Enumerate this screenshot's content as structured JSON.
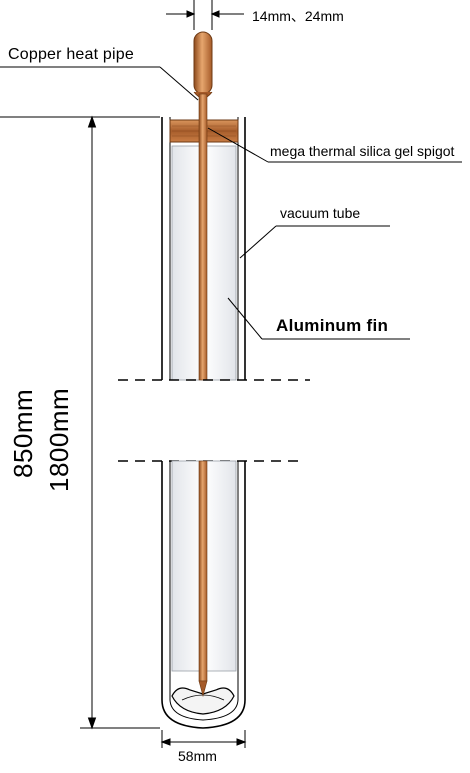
{
  "labels": {
    "pipe_diameters": "14mm、24mm",
    "heat_pipe": "Copper heat pipe",
    "spigot": "mega thermal silica gel spigot",
    "vacuum_tube": "vacuum tube",
    "fin": "Aluminum fin",
    "length_short": "850mm",
    "length_long": "1800mm",
    "tube_diameter": "58mm"
  },
  "colors": {
    "copper": "#c87a3c",
    "copper_dark": "#8e4a1c",
    "copper_light": "#e6a66e",
    "fin_fill": "#eef0f3",
    "spigot": "#b86a34",
    "line": "#000000"
  }
}
